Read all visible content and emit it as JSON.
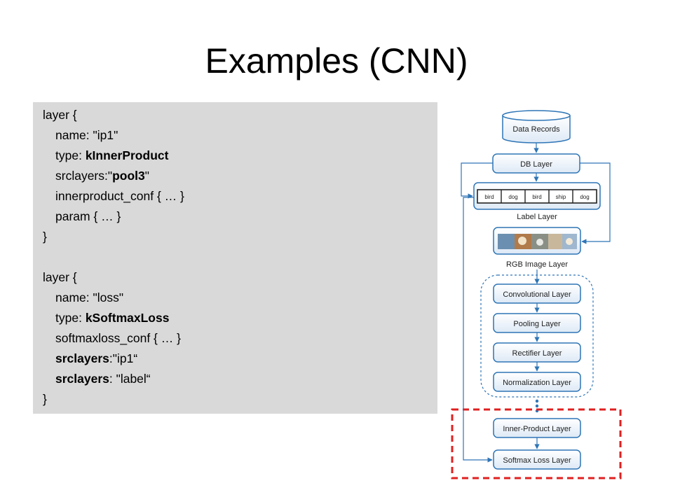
{
  "slide": {
    "title": "Examples (CNN)"
  },
  "code": {
    "l1": {
      "a": "layer {"
    },
    "l2": {
      "a": "name: \"ip1\""
    },
    "l3": {
      "a": "type: ",
      "b": "kInnerProduct"
    },
    "l4": {
      "a": "srclayers:\"",
      "b": "pool3",
      "c": "\""
    },
    "l5": {
      "a": "innerproduct_conf { … }"
    },
    "l6": {
      "a": "param { … }"
    },
    "l7": {
      "a": "}"
    },
    "l8": {
      "a": "layer {"
    },
    "l9": {
      "a": "name: \"loss\""
    },
    "l10": {
      "a": "type: ",
      "b": "kSoftmaxLoss"
    },
    "l11": {
      "a": "softmaxloss_conf { … }"
    },
    "l12": {
      "a": "srclayers",
      "b": ":\"ip1“"
    },
    "l13": {
      "a": "srclayers",
      "b": ": \"label“"
    },
    "l14": {
      "a": "}"
    }
  },
  "diagram": {
    "data_records": "Data Records",
    "db_layer": "DB Layer",
    "labels": [
      "bird",
      "dog",
      "bird",
      "ship",
      "dog"
    ],
    "label_layer": "Label Layer",
    "rgb_image_layer": "RGB Image Layer",
    "convolutional": "Convolutional Layer",
    "pooling": "Pooling Layer",
    "rectifier": "Rectifier Layer",
    "normalization": "Normalization Layer",
    "inner_product": "Inner-Product Layer",
    "softmax_loss": "Softmax Loss Layer"
  },
  "colors": {
    "box_stroke": "#2e75b6",
    "highlight_dash": "#e02020",
    "code_bg": "#d9d9d9"
  }
}
